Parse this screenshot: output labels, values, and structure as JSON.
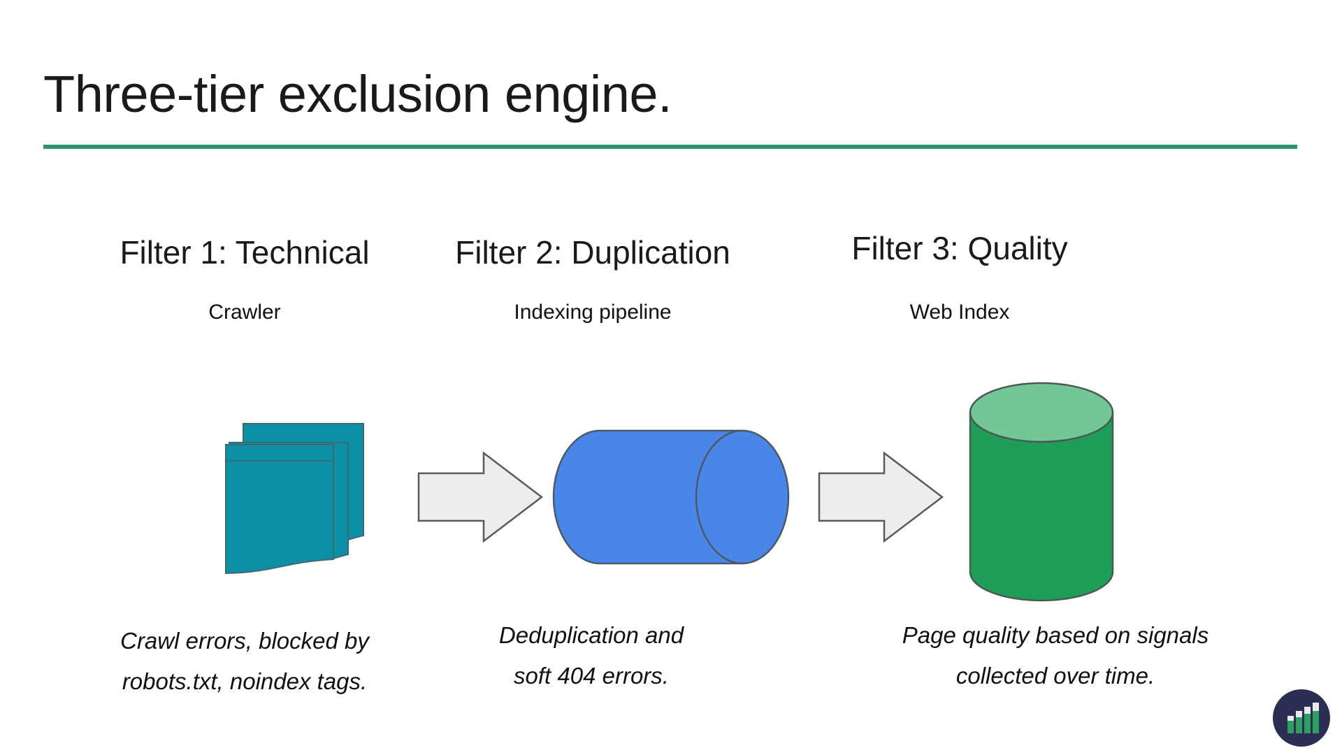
{
  "slide": {
    "title": "Three-tier exclusion engine.",
    "accent_color": "#2d9170",
    "background_color": "#ffffff"
  },
  "columns": [
    {
      "heading": "Filter 1: Technical",
      "subtitle": "Crawler",
      "graphic": "stacked-documents-icon",
      "graphic_color": "#0d8fa5",
      "caption_line_1": "Crawl errors, blocked by",
      "caption_line_2": "robots.txt, noindex tags."
    },
    {
      "heading": "Filter 2: Duplication",
      "subtitle": "Indexing pipeline",
      "graphic": "horizontal-cylinder-icon",
      "graphic_color": "#4a86e8",
      "caption_line_1": "Deduplication and",
      "caption_line_2": "soft 404 errors."
    },
    {
      "heading": "Filter 3: Quality",
      "subtitle": "Web Index",
      "graphic": "vertical-cylinder-icon",
      "graphic_color": "#1f9e59",
      "caption_line_1": "Page quality based on signals",
      "caption_line_2": "collected over time."
    }
  ],
  "connectors": [
    {
      "name": "arrow-1",
      "direction": "right",
      "fill": "#ededed",
      "stroke": "#5a5a5a"
    },
    {
      "name": "arrow-2",
      "direction": "right",
      "fill": "#ededed",
      "stroke": "#5a5a5a"
    }
  ],
  "logo": {
    "name": "bar-chart-logo",
    "circle_color": "#2b2d52",
    "bar_color": "#2f9e63",
    "bar_top_color": "#e8eaec",
    "bar_values": [
      1,
      2,
      3,
      4
    ]
  }
}
